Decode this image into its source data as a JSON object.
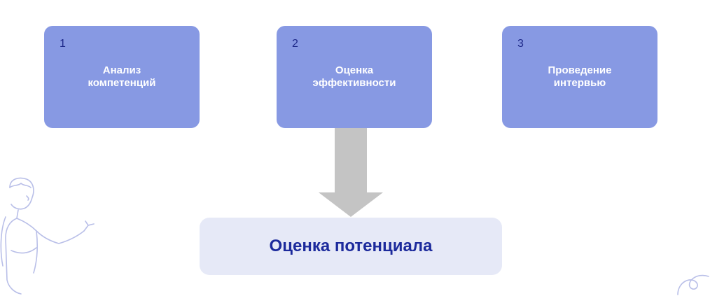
{
  "steps": [
    {
      "number": "1",
      "label": "Анализ\nкомпетенций"
    },
    {
      "number": "2",
      "label": "Оценка\nэффективности"
    },
    {
      "number": "3",
      "label": "Проведение\nинтервью"
    }
  ],
  "result": {
    "label": "Оценка потенциала"
  },
  "colors": {
    "step_box": "#8799e3",
    "step_number": "#1f2a8a",
    "arrow": "#c4c4c4",
    "result_box": "#e6e9f7",
    "result_text": "#1c2a9c",
    "line_art": "#b9bfe8"
  }
}
